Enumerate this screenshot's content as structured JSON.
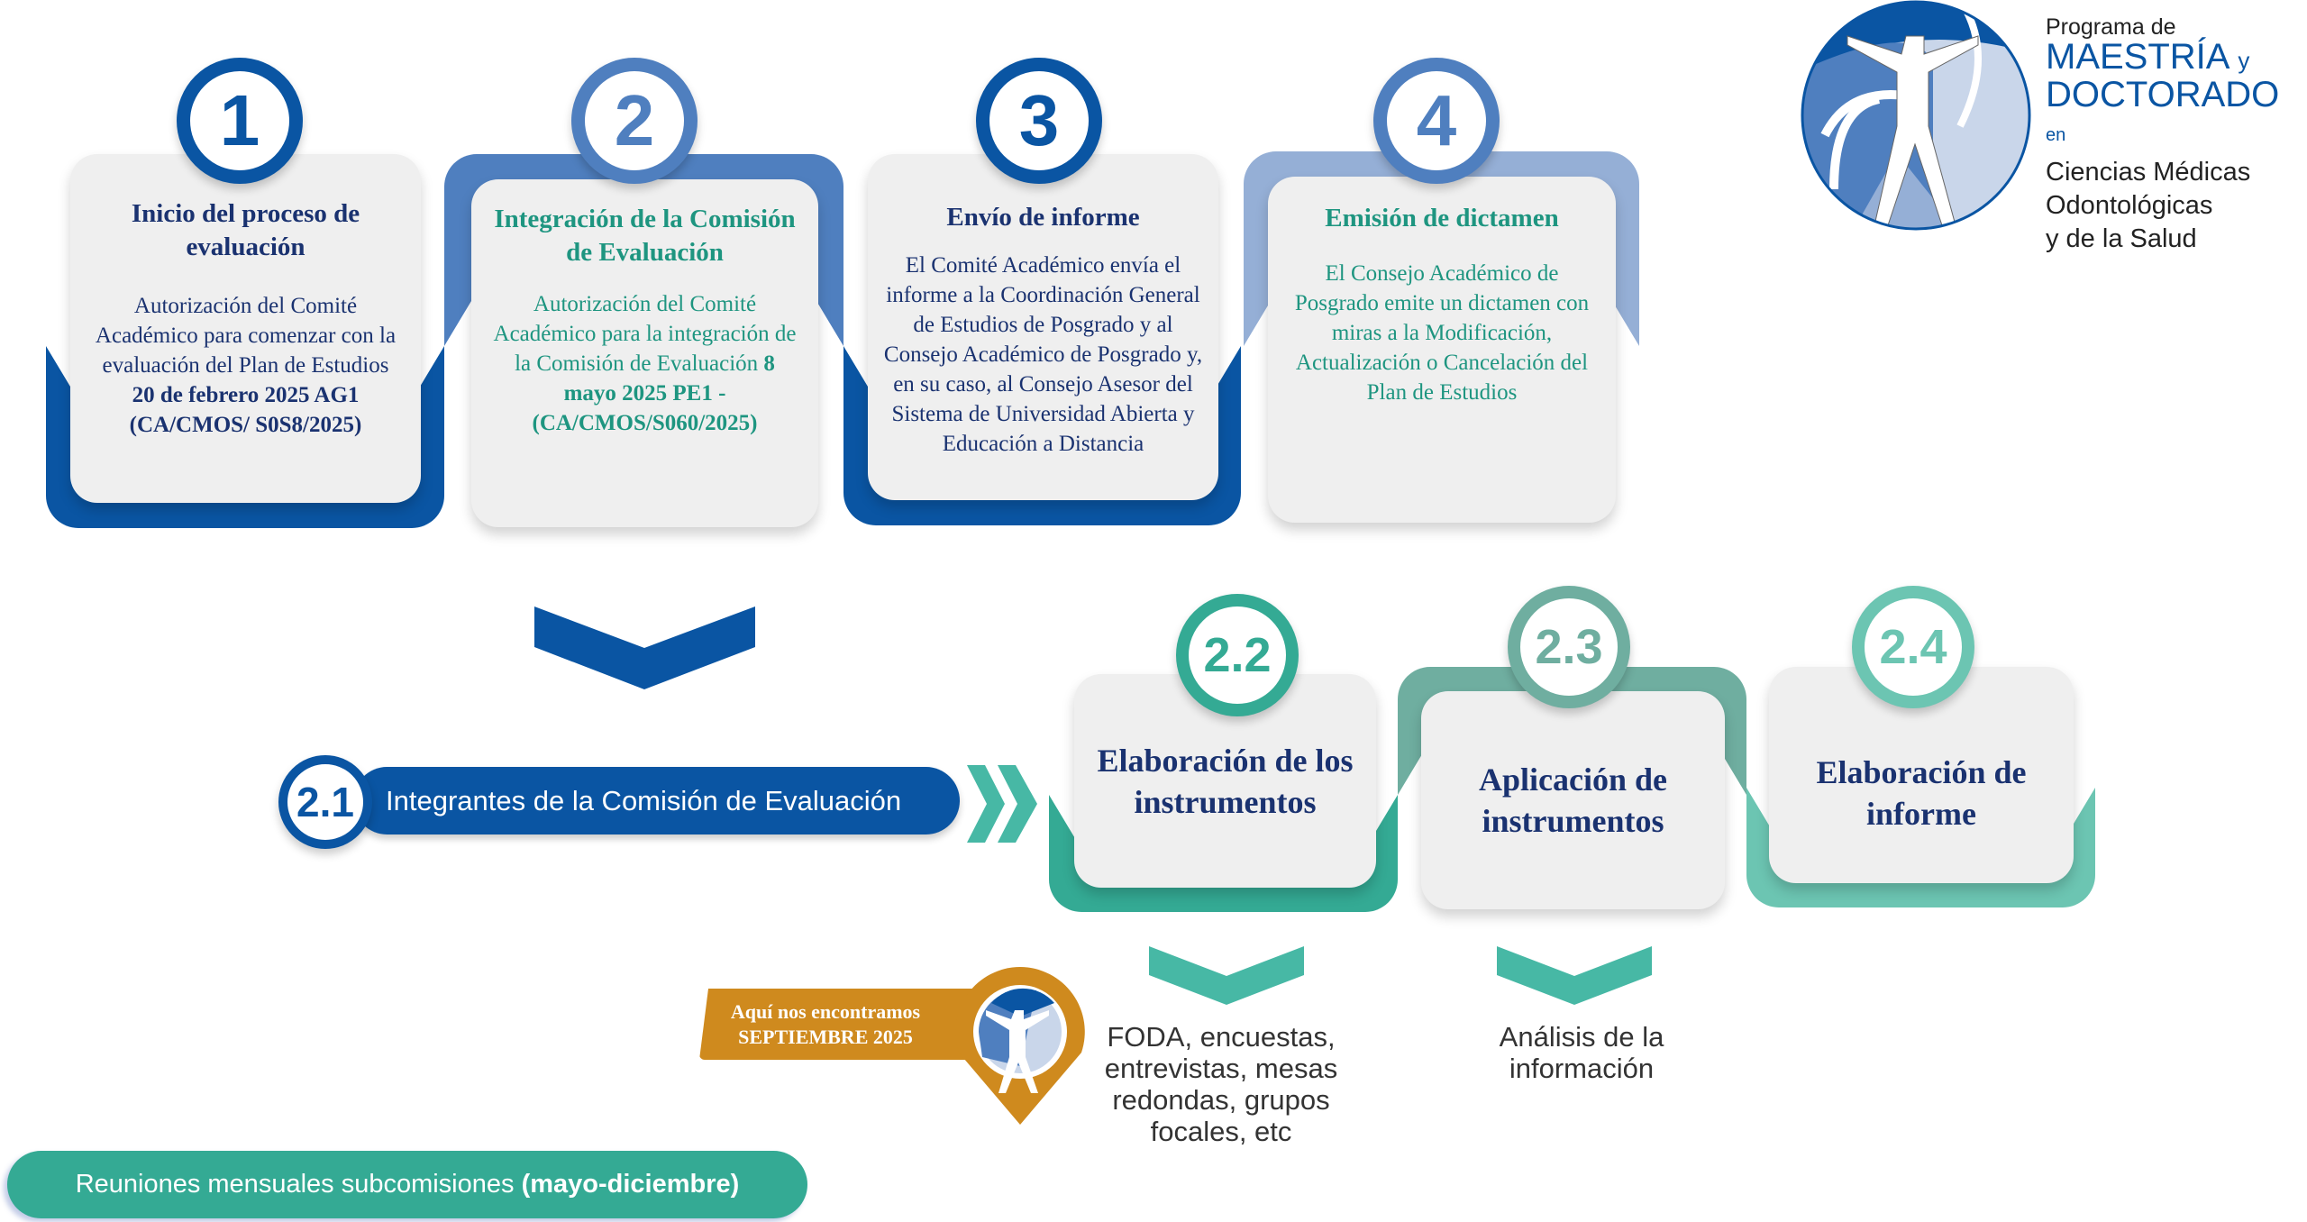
{
  "logo": {
    "line1": "Programa de",
    "line2a": "Maestría",
    "line2b": "y",
    "line3a": "DOCTORADO",
    "line3b": "en",
    "line4": "Ciencias Médicas",
    "line5": "Odontológicas",
    "line6": "y de la Salud"
  },
  "steps": [
    {
      "number": "1",
      "title": "Inicio del proceso de evaluación",
      "body": "Autorización del Comité Académico para comenzar con la evaluación del Plan de Estudios ",
      "body_bold": "20 de febrero 2025 AG1 (CA/CMOS/ S0S8/2025)"
    },
    {
      "number": "2",
      "title": "Integración de la Comisión de Evaluación",
      "body": "Autorización del Comité Académico para la integración de la Comisión de Evaluación ",
      "body_bold": "8  mayo 2025 PE1 - (CA/CMOS/S060/2025)"
    },
    {
      "number": "3",
      "title": "Envío de informe",
      "body": "El Comité Académico envía el informe a la Coordinación General de Estudios de Posgrado y al Consejo Académico de Posgrado y, en su caso, al Consejo Asesor del Sistema de Universidad Abierta y Educación a Distancia"
    },
    {
      "number": "4",
      "title": "Emisión de dictamen",
      "body": "El Consejo Académico de Posgrado emite un dictamen con miras a la Modificación, Actualización o Cancelación del Plan de Estudios"
    }
  ],
  "substep21": {
    "number": "2.1",
    "label": "Integrantes de la Comisión de Evaluación"
  },
  "substeps": [
    {
      "number": "2.2",
      "title": "Elaboración de los instrumentos",
      "note": "FODA, encuestas, entrevistas, mesas redondas, grupos focales, etc"
    },
    {
      "number": "2.3",
      "title": "Aplicación de instrumentos",
      "note": "Análisis de la información"
    },
    {
      "number": "2.4",
      "title": "Elaboración de informe"
    }
  ],
  "marker": {
    "line1": "Aquí nos encontramos",
    "line2": "SEPTIEMBRE 2025"
  },
  "meetings": {
    "label": "Reuniones mensuales subcomisiones ",
    "label_bold": "(mayo-diciembre)"
  },
  "colors": {
    "dark_blue": "#0a55a3",
    "mid_blue": "#4f7fbf",
    "light_blue": "#95afd6",
    "teal": "#34aa94",
    "teal_gray": "#6faea0",
    "light_teal": "#6cc5b2",
    "orange": "#cf8a1e"
  }
}
